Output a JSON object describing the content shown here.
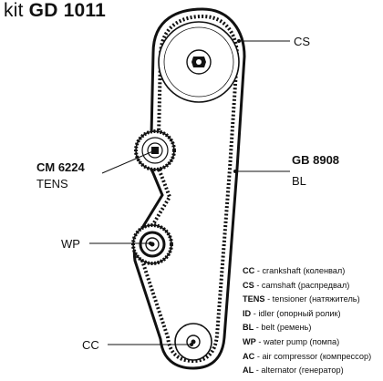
{
  "kit": {
    "prefix": "kit",
    "code": "GD 1011"
  },
  "labels": {
    "cs": "CS",
    "tensioner_part": "CM 6224",
    "tensioner_role": "TENS",
    "belt_part": "GB 8908",
    "belt_role": "BL",
    "wp": "WP",
    "cc": "CC"
  },
  "legend": [
    {
      "code": "CC",
      "text": " - crankshaft (коленвал)"
    },
    {
      "code": "CS",
      "text": " - camshaft (распредвал)"
    },
    {
      "code": "TENS",
      "text": " - tensioner (натяжитель)"
    },
    {
      "code": "ID",
      "text": " - idler (опорный ролик)"
    },
    {
      "code": "BL",
      "text": " - belt (ремень)"
    },
    {
      "code": "WP",
      "text": " - water pump (помпа)"
    },
    {
      "code": "AC",
      "text": " - air compressor (компрессор)"
    },
    {
      "code": "AL",
      "text": " - alternator (генератор)"
    }
  ],
  "colors": {
    "ink": "#111111",
    "background": "#ffffff"
  }
}
